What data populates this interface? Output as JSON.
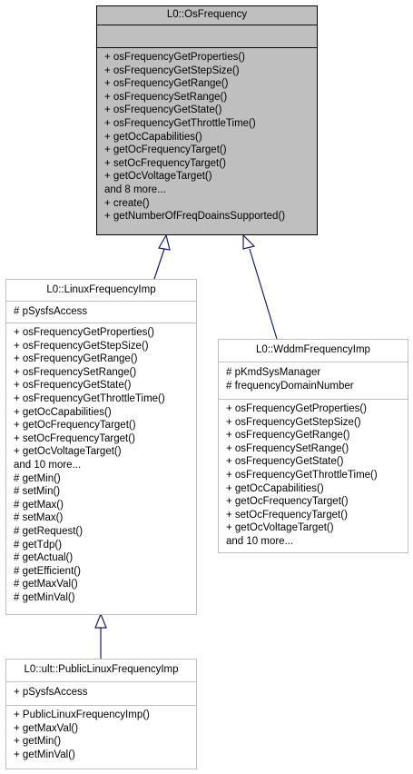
{
  "classes": {
    "os_frequency": {
      "title": "L0::OsFrequency",
      "attributes": [],
      "methods": [
        "+ osFrequencyGetProperties()",
        "+ osFrequencyGetStepSize()",
        "+ osFrequencyGetRange()",
        "+ osFrequencySetRange()",
        "+ osFrequencyGetState()",
        "+ osFrequencyGetThrottleTime()",
        "+ getOcCapabilities()",
        "+ getOcFrequencyTarget()",
        "+ setOcFrequencyTarget()",
        "+ getOcVoltageTarget()",
        "and 8 more...",
        "+ create()",
        "+ getNumberOfFreqDoainsSupported()"
      ]
    },
    "linux_frequency": {
      "title": "L0::LinuxFrequencyImp",
      "attributes": [
        "# pSysfsAccess"
      ],
      "methods": [
        "+ osFrequencyGetProperties()",
        "+ osFrequencyGetStepSize()",
        "+ osFrequencyGetRange()",
        "+ osFrequencySetRange()",
        "+ osFrequencyGetState()",
        "+ osFrequencyGetThrottleTime()",
        "+ getOcCapabilities()",
        "+ getOcFrequencyTarget()",
        "+ setOcFrequencyTarget()",
        "+ getOcVoltageTarget()",
        "and 10 more...",
        "# getMin()",
        "# setMin()",
        "# getMax()",
        "# setMax()",
        "# getRequest()",
        "# getTdp()",
        "# getActual()",
        "# getEfficient()",
        "# getMaxVal()",
        "# getMinVal()"
      ]
    },
    "wddm_frequency": {
      "title": "L0::WddmFrequencyImp",
      "attributes": [
        "# pKmdSysManager",
        "# frequencyDomainNumber"
      ],
      "methods": [
        "+ osFrequencyGetProperties()",
        "+ osFrequencyGetStepSize()",
        "+ osFrequencyGetRange()",
        "+ osFrequencySetRange()",
        "+ osFrequencyGetState()",
        "+ osFrequencyGetThrottleTime()",
        "+ getOcCapabilities()",
        "+ getOcFrequencyTarget()",
        "+ setOcFrequencyTarget()",
        "+ getOcVoltageTarget()",
        "and 10 more..."
      ]
    },
    "public_linux_frequency": {
      "title": "L0::ult::PublicLinuxFrequencyImp",
      "attributes": [
        "+ pSysfsAccess"
      ],
      "methods": [
        "+ PublicLinuxFrequencyImp()",
        "+ getMaxVal()",
        "+ getMin()",
        "+ getMinVal()"
      ]
    }
  },
  "colors": {
    "focus_fill": "#bfbfbf",
    "box_border": "#bfbfbf",
    "edge": "#191970"
  }
}
